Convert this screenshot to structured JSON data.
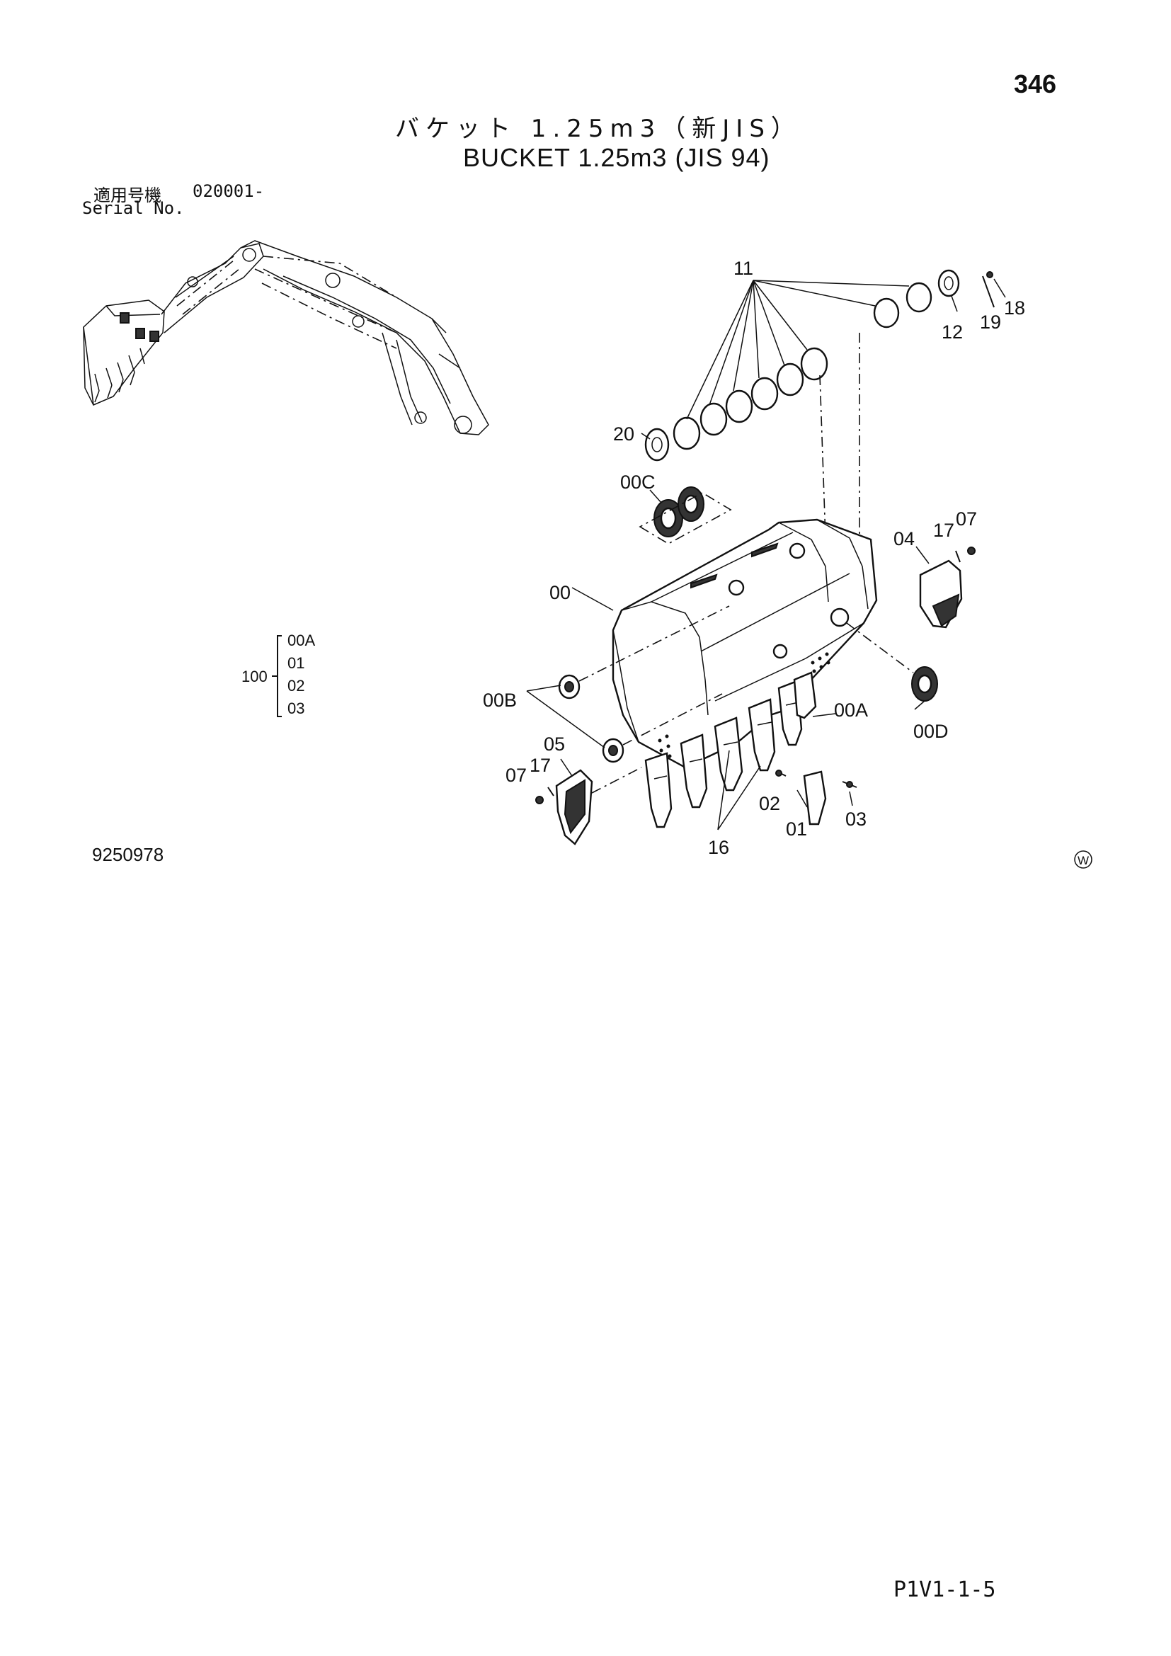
{
  "page": {
    "number": "346",
    "title_ja": "バケット 1.25m3（新JIS）",
    "title_en": "BUCKET 1.25m3 (JIS 94)",
    "serial_label_ja": "適用号機",
    "serial_label_en": "Serial No.",
    "serial_from": "020001-",
    "drawing_number": "9250978",
    "footer_code": "P1V1-1-5",
    "watermark_symbol": "W"
  },
  "assembly": {
    "number": "100",
    "members": [
      "00A",
      "01",
      "02",
      "03"
    ]
  },
  "callouts": {
    "c11": "11",
    "c12": "12",
    "c19": "19",
    "c18": "18",
    "c20": "20",
    "c00C": "00C",
    "c04": "04",
    "c17a": "17",
    "c07a": "07",
    "c00": "00",
    "c00B": "00B",
    "c00A": "00A",
    "c00D": "00D",
    "c05": "05",
    "c07b": "07",
    "c17b": "17",
    "c02": "02",
    "c01": "01",
    "c03": "03",
    "c16": "16"
  }
}
